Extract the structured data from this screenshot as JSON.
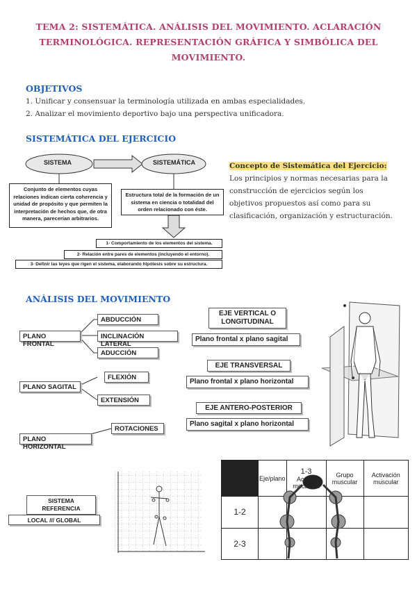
{
  "title": "TEMA 2: SISTEMÁTICA. ANÁLISIS DEL MOVIMIENTO. ACLARACIÓN TERMINOLÓGICA. REPRESENTACIÓN GRÁFICA Y SIMBÓLICA DEL MOVIMIENTO.",
  "objetivos": {
    "heading": "OBJETIVOS",
    "items": [
      "1.  Unificar y consensuar la terminología utilizada en ambas especialidades.",
      "2.  Analizar el movimiento deportivo bajo una perspectiva unificadora."
    ]
  },
  "sistematica": {
    "heading": "SISTEMÁTICA DEL EJERCICIO",
    "oval1": "SISTEMA",
    "oval2": "SISTEMÁTICA",
    "def1": "Conjunto de elementos cuyas relaciones indican cierta coherencia y unidad de propósito y que permiten la interpretación de hechos que, de otra manera, parecerían arbitrarios.",
    "def2": "Estructura total de la formación de un sistema en ciencia o totalidad del orden relacionado con éste.",
    "step1": "1- Comportamiento de los elementos del sistema.",
    "step2": "2- Relación entre pares de elementos (incluyendo el entorno).",
    "step3": "3- Definir las leyes que rigen el sistema, elaborando hipótesis sobre su estructura.",
    "concept_title": "Concepto de Sistemática del Ejercicio:",
    "concept_text": "Los principios y normas necesarias para la construcción de ejercicios según los objetivos propuestos así como para su clasificación, organización y estructuración."
  },
  "analisis": {
    "heading": "ANÁLISIS DEL MOVIMIENTO",
    "plano_frontal": "PLANO FRONTAL",
    "abduccion": "ABDUCCIÓN",
    "inclinacion": "INCLINACIÓN LATERAL",
    "adduccion": "ADUCCIÓN",
    "plano_sagital": "PLANO SAGITAL",
    "flexion": "FLEXIÓN",
    "extension": "EXTENSIÓN",
    "plano_horizontal": "PLANO HORIZONTAL",
    "rotaciones": "ROTACIONES",
    "eje_vertical": "EJE VERTICAL O LONGITUDINAL",
    "eje_vertical_planos": "Plano frontal x plano sagital",
    "eje_transversal": "EJE TRANSVERSAL",
    "eje_transversal_planos": "Plano frontal x plano horizontal",
    "eje_ap": "EJE ANTERO-POSTERIOR",
    "eje_ap_planos": "Plano sagital x plano horizontal"
  },
  "referencia": {
    "sistema": "SISTEMA REFERENCIA",
    "local": "LOCAL /// GLOBAL"
  },
  "tabla": {
    "headers": [
      "",
      "Eje/plano",
      "Acción mecánica",
      "Grupo muscular",
      "Activación muscular"
    ],
    "overlay": "1-3",
    "rows": [
      "1-2",
      "2-3"
    ]
  }
}
